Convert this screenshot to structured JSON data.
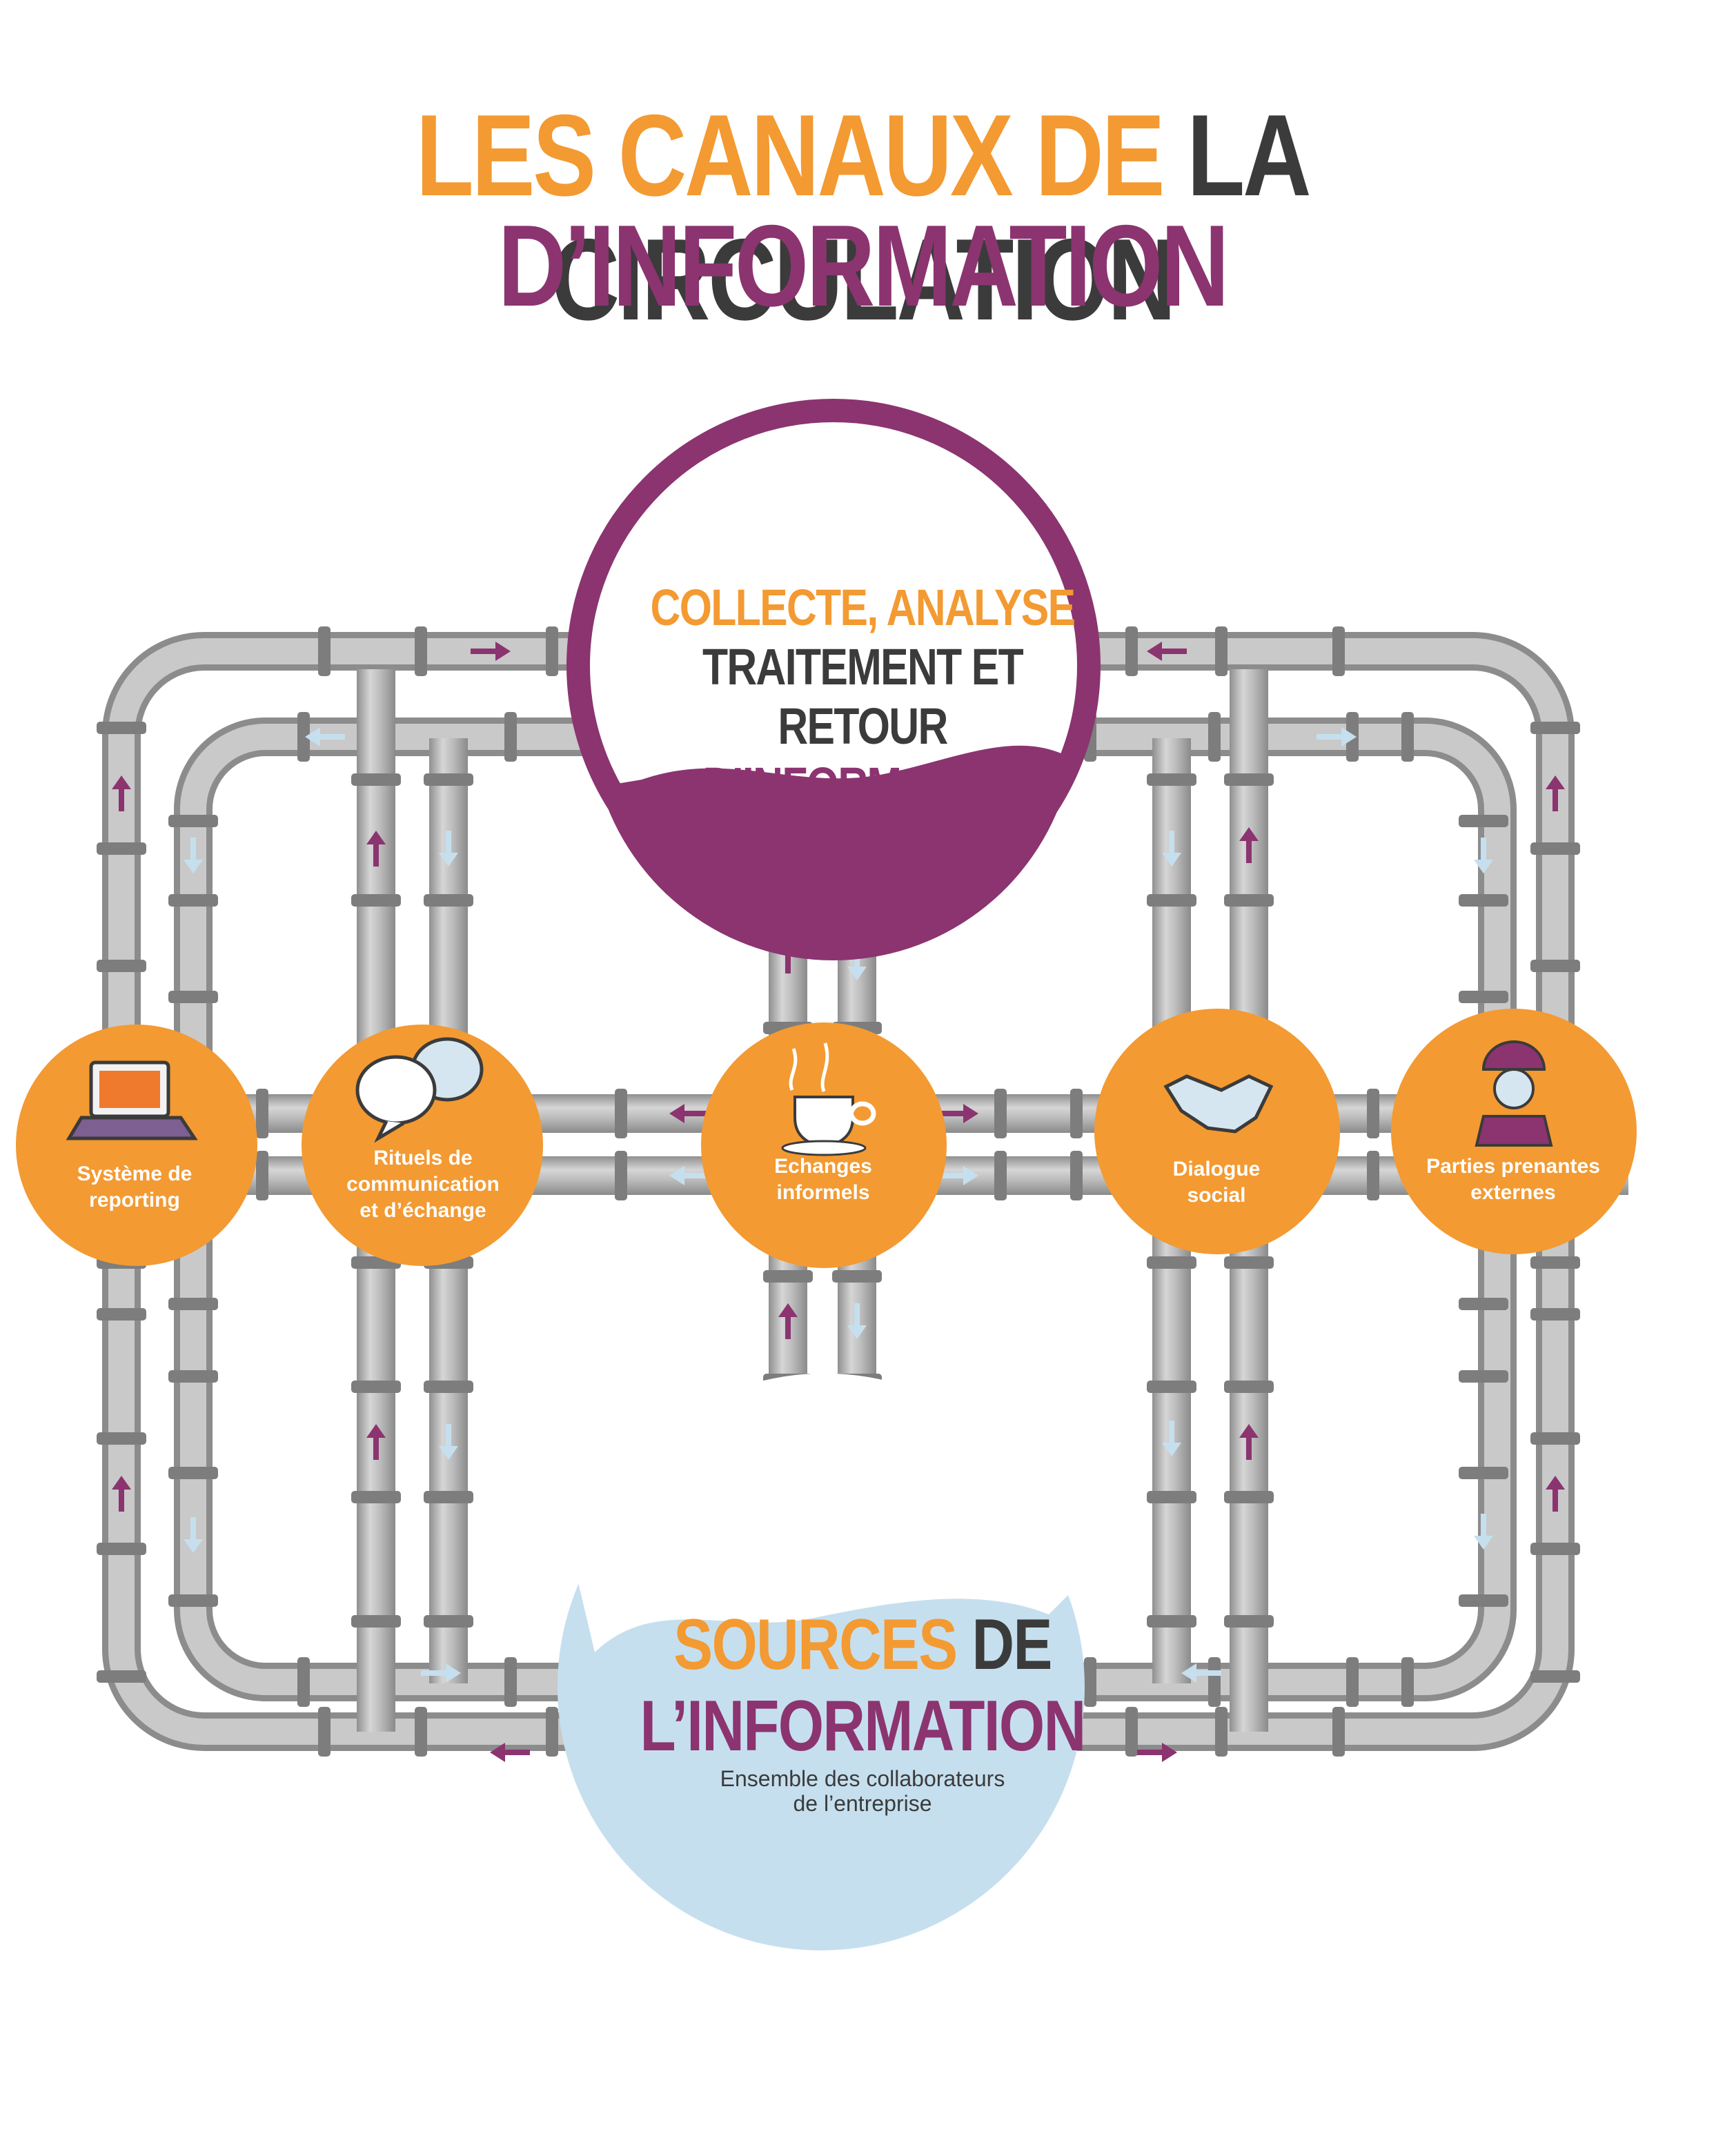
{
  "title": {
    "part1": "LES CANAUX DE ",
    "part2": "LA CIRCULATION",
    "line2": "D’INFORMATION"
  },
  "top_hub": {
    "line1": "COLLECTE, ANALYSE",
    "line2": "TRAITEMENT ET RETOUR",
    "line3": "D’INFORMATION"
  },
  "bottom_hub": {
    "word1": "SOURCES",
    "word2": " DE",
    "line2": "L’INFORMATION",
    "subtitle_l1": "Ensemble des collaborateurs",
    "subtitle_l2": "de l’entreprise"
  },
  "channels": [
    {
      "label_l1": "Système de",
      "label_l2": "reporting",
      "label_l3": "",
      "icon": "laptop-icon"
    },
    {
      "label_l1": "Rituels de",
      "label_l2": "communication",
      "label_l3": "et d’échange",
      "icon": "speech-bubbles-icon"
    },
    {
      "label_l1": "Echanges",
      "label_l2": "informels",
      "label_l3": "",
      "icon": "coffee-cup-icon"
    },
    {
      "label_l1": "Dialogue",
      "label_l2": "social",
      "label_l3": "",
      "icon": "handshake-icon"
    },
    {
      "label_l1": "Parties prenantes",
      "label_l2": "externes",
      "label_l3": "",
      "icon": "worker-icon"
    }
  ],
  "colors": {
    "orange": "#f39a32",
    "purple": "#8b3470",
    "dark": "#3b3b3b",
    "light_blue": "#c6dfee",
    "pipe": "#b7b7b7"
  }
}
